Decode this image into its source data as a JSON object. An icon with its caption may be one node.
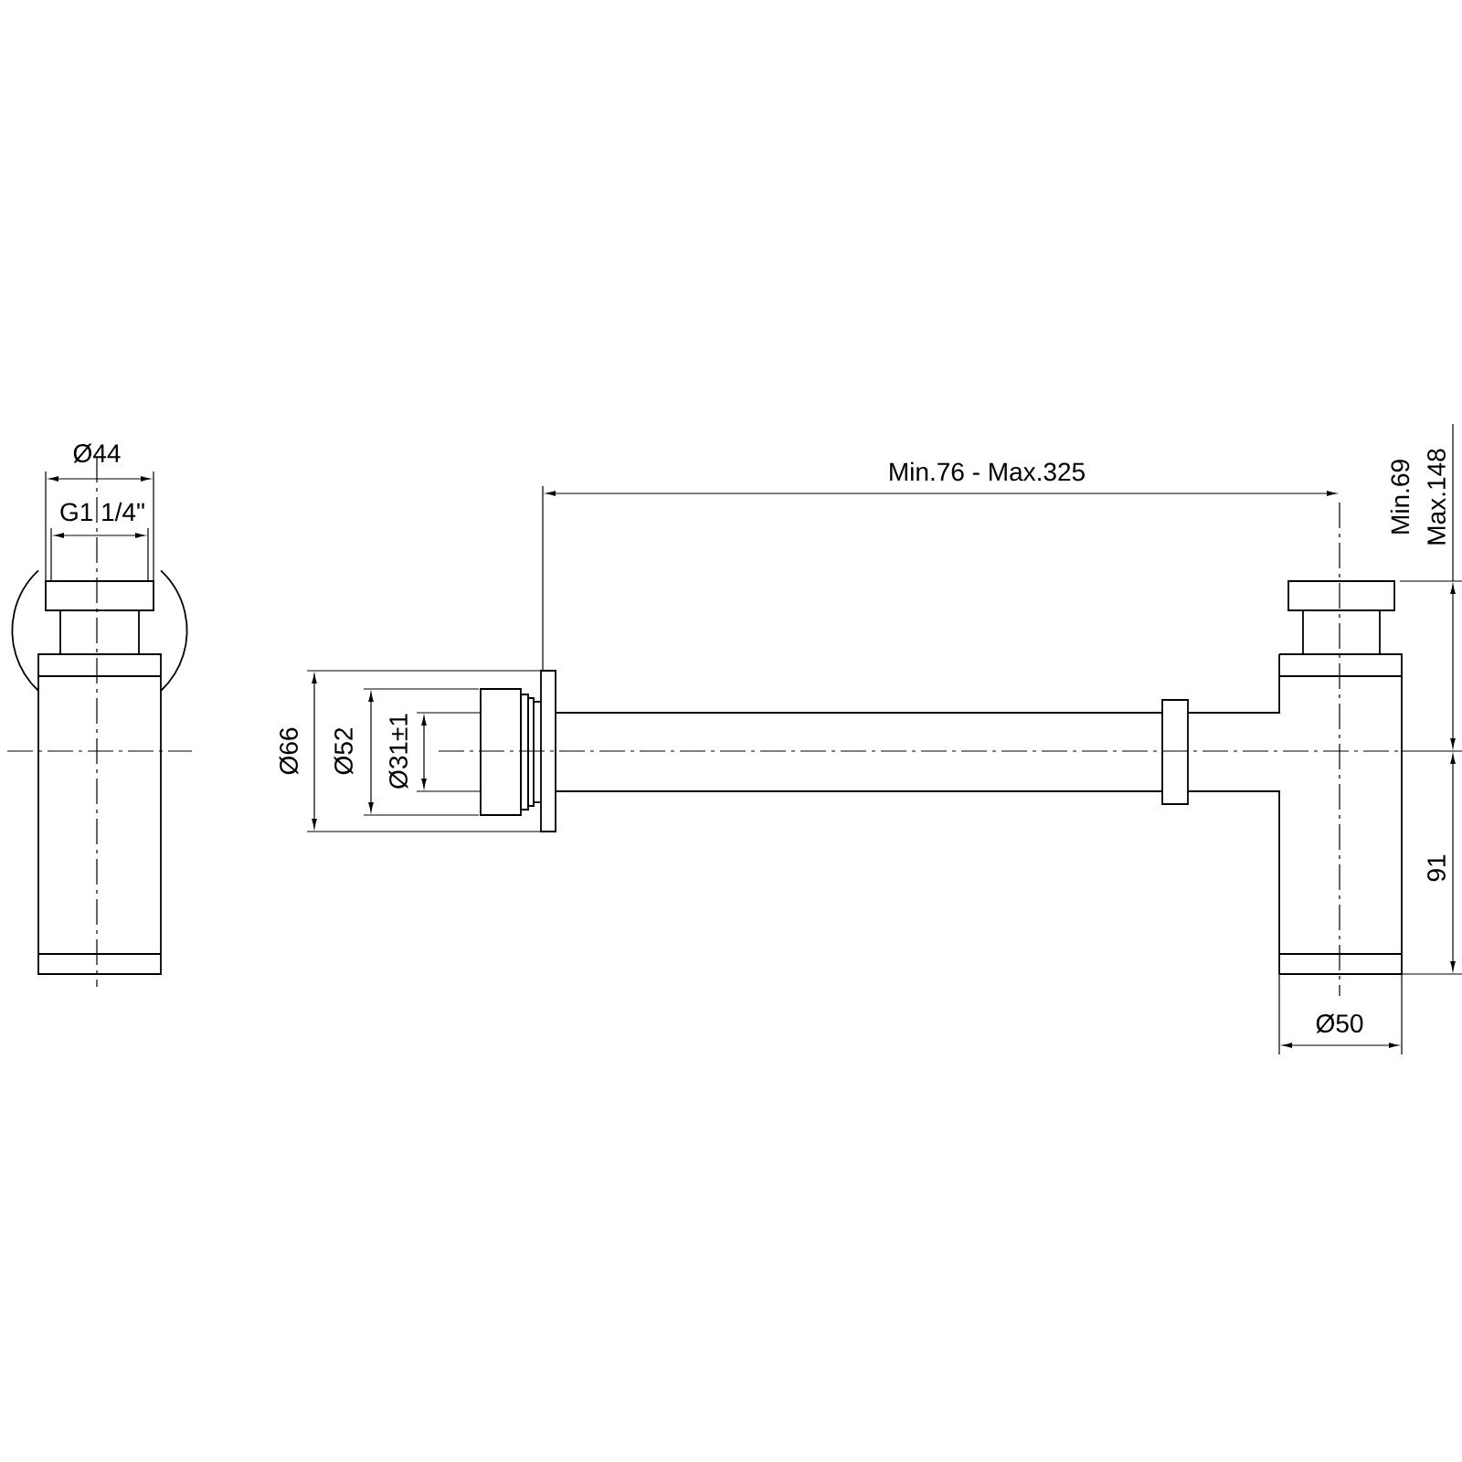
{
  "diagram": {
    "labels": [
      "Ø44",
      "G1 1/4\"",
      "Min.76 - Max.325",
      "Min.69",
      "Max.148",
      "Ø66",
      "Ø52",
      "Ø31±1",
      "91",
      "Ø50"
    ]
  }
}
